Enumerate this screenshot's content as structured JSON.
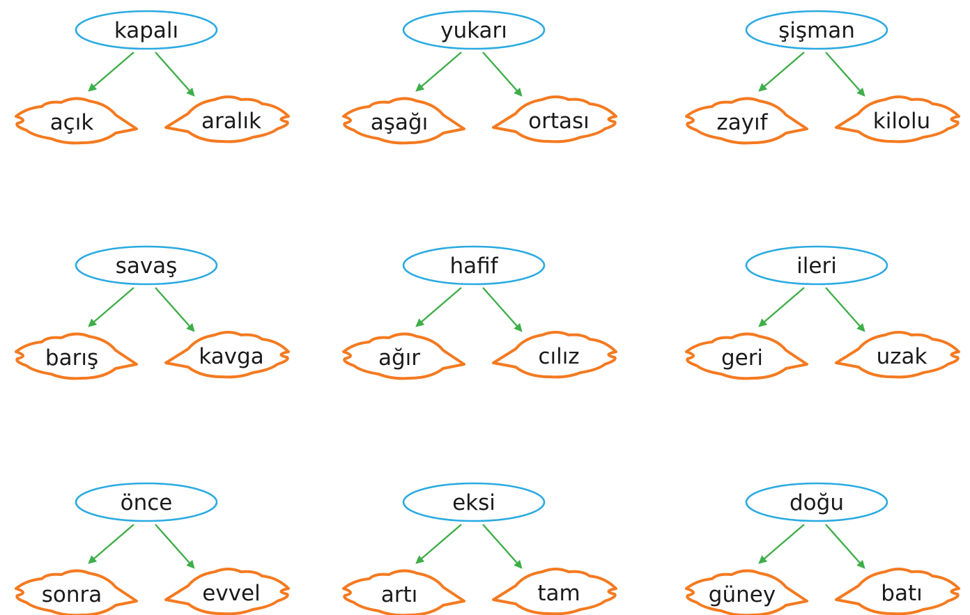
{
  "colors": {
    "oval_stroke": "#2aaae1",
    "arrow": "#3fae49",
    "leaf_stroke": "#f47a20",
    "text": "#1a1a1a"
  },
  "groups": [
    {
      "top": "kapalı",
      "left": "açık",
      "right": "aralık"
    },
    {
      "top": "yukarı",
      "left": "aşağı",
      "right": "ortası"
    },
    {
      "top": "şişman",
      "left": "zayıf",
      "right": "kilolu"
    },
    {
      "top": "savaş",
      "left": "barış",
      "right": "kavga"
    },
    {
      "top": "hafif",
      "left": "ağır",
      "right": "cılız"
    },
    {
      "top": "ileri",
      "left": "geri",
      "right": "uzak"
    },
    {
      "top": "önce",
      "left": "sonra",
      "right": "evvel"
    },
    {
      "top": "eksi",
      "left": "artı",
      "right": "tam"
    },
    {
      "top": "doğu",
      "left": "güney",
      "right": "batı"
    }
  ]
}
